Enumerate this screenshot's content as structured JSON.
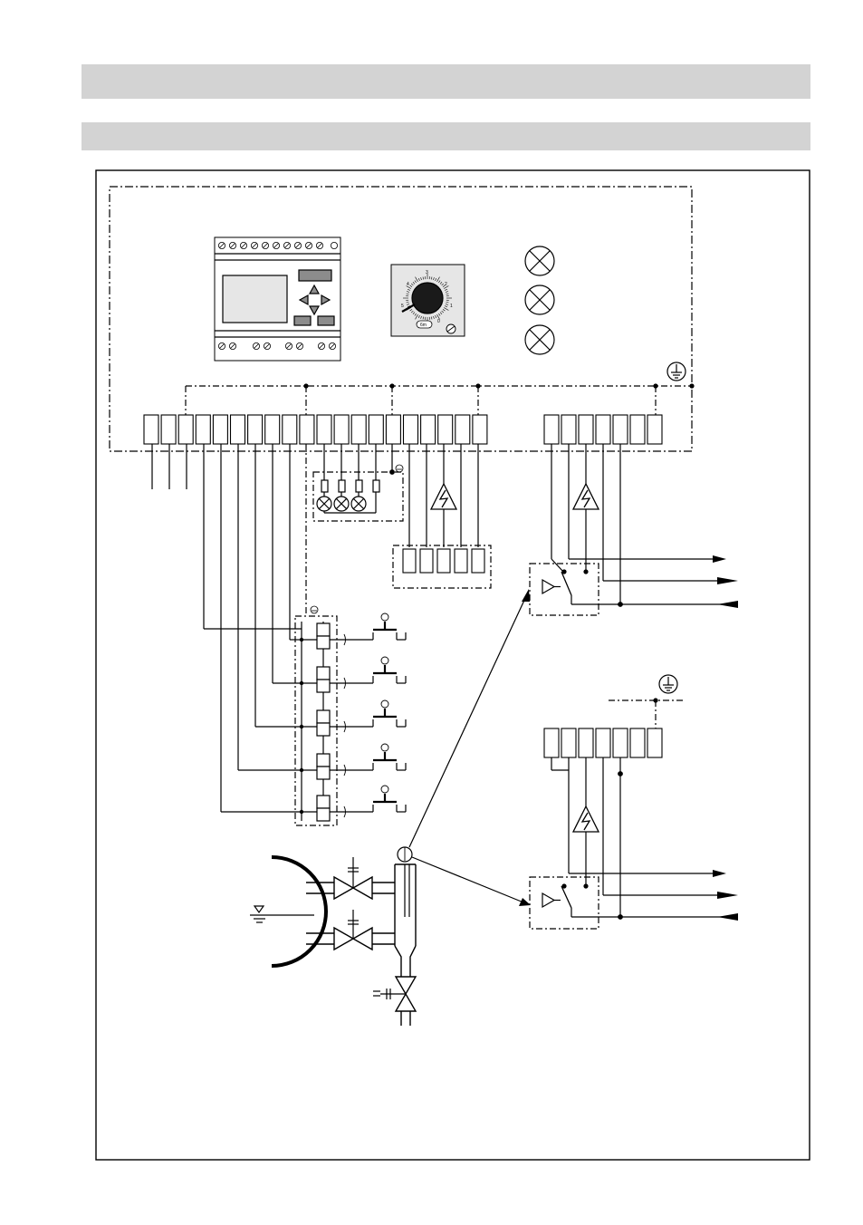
{
  "header": {
    "band_1_text": "",
    "band_2_text": ""
  },
  "timer": {
    "dial_numbers": [
      "4",
      "3",
      "2",
      "1",
      "0",
      "5"
    ],
    "unit_label": "6m"
  },
  "colors": {
    "line": "#000000",
    "band": "#d3d3d3",
    "screen": "#e6e6e6",
    "lcd_button": "#8c8c8c"
  },
  "icons": {
    "lamp": "lamp-icon",
    "earth": "earth-ground-icon",
    "high_voltage": "high-voltage-icon",
    "push_button": "push-button-icon",
    "water_level": "water-level-icon",
    "valve": "valve-icon",
    "amplifier": "amplifier-icon",
    "arrow": "signal-arrow-icon"
  }
}
